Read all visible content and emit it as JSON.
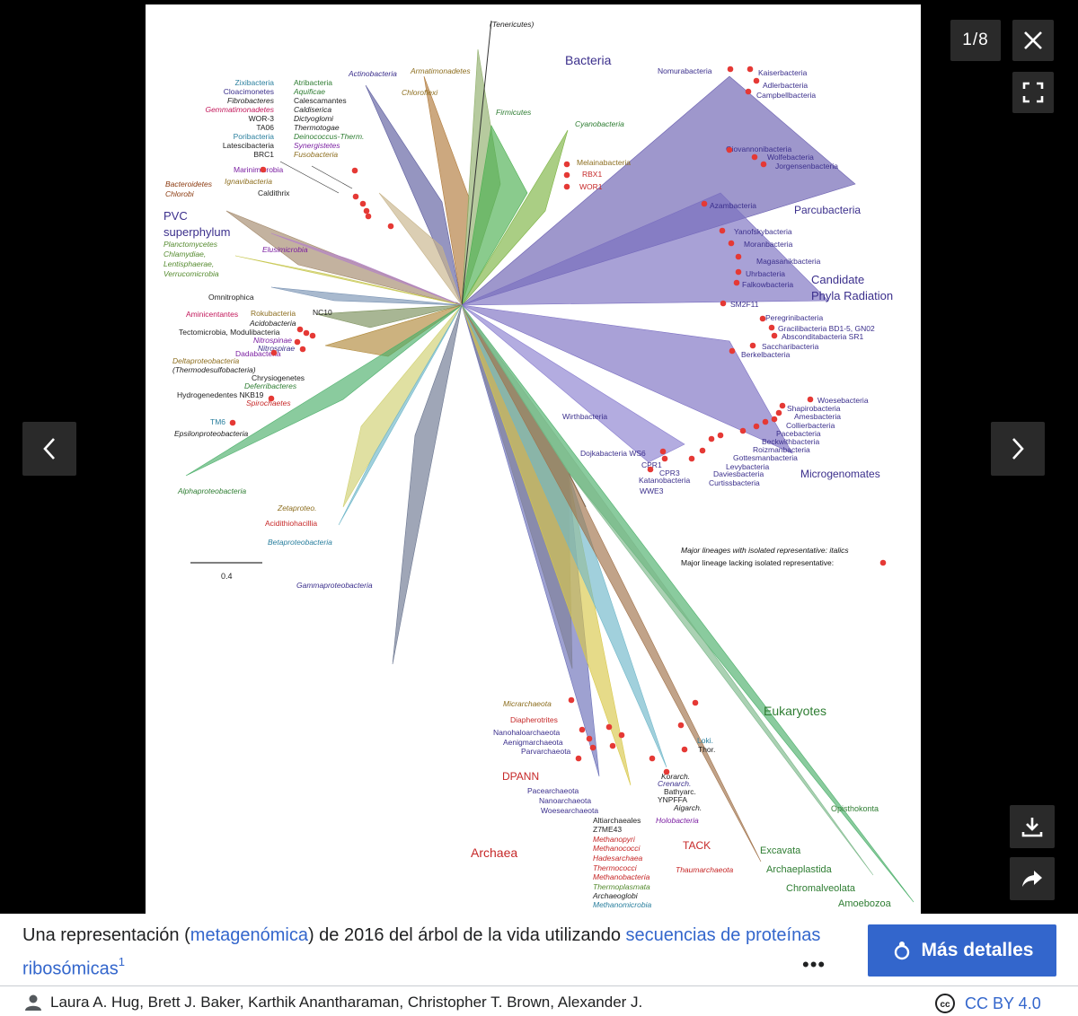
{
  "viewer": {
    "counter": "1/8",
    "image": {
      "domains": {
        "bacteria": "Bacteria",
        "archaea": "Archaea",
        "eukaryotes": "Eukaryotes"
      },
      "groups": {
        "cpr": [
          "Candidate",
          "Phyla Radiation"
        ],
        "pvc": [
          "PVC",
          "superphylum"
        ],
        "parcubacteria": "Parcubacteria",
        "microgenomates": "Microgenomates",
        "dpann": "DPANN",
        "tack": "TACK"
      },
      "labels_left": [
        {
          "t": "Zixibacteria",
          "c": "#2a7f9e"
        },
        {
          "t": "Cloacimonetes",
          "c": "#3b2f8c"
        },
        {
          "t": "Fibrobacteres",
          "c": "#222",
          "i": true
        },
        {
          "t": "Gemmatimonadetes",
          "c": "#c2185b",
          "i": true
        },
        {
          "t": "WOR-3",
          "c": "#222"
        },
        {
          "t": "TA06",
          "c": "#222"
        },
        {
          "t": "Poribacteria",
          "c": "#2a7f9e"
        },
        {
          "t": "Latescibacteria",
          "c": "#222"
        },
        {
          "t": "BRC1",
          "c": "#222"
        }
      ],
      "labels_left2": [
        {
          "t": "Atribacteria",
          "c": "#2e7d32"
        },
        {
          "t": "Aquificae",
          "c": "#2e7d32",
          "i": true
        },
        {
          "t": "Calescamantes",
          "c": "#222"
        },
        {
          "t": "Caldiserica",
          "c": "#222",
          "i": true
        },
        {
          "t": "Dictyoglomi",
          "c": "#222",
          "i": true
        },
        {
          "t": "Thermotogae",
          "c": "#222",
          "i": true
        },
        {
          "t": "Deinococcus-Therm.",
          "c": "#2e7d32",
          "i": true
        },
        {
          "t": "Synergistetes",
          "c": "#7b1fa2",
          "i": true
        },
        {
          "t": "Fusobacteria",
          "c": "#8d6e1f",
          "i": true
        }
      ],
      "labels_phyla_left": [
        {
          "t": "Marinimicrobia",
          "c": "#7b1fa2"
        },
        {
          "t": "Bacteroidetes",
          "c": "#8b3a0f",
          "i": true
        },
        {
          "t": "Chlorobi",
          "c": "#8b3a0f",
          "i": true
        },
        {
          "t": "Ignavibacteria",
          "c": "#8d6e1f",
          "i": true
        },
        {
          "t": "Caldithrix",
          "c": "#222"
        },
        {
          "t": "Planctomycetes",
          "c": "#558b2f",
          "i": true
        },
        {
          "t": "Chlamydiae,",
          "c": "#558b2f",
          "i": true
        },
        {
          "t": "Lentisphaerae,",
          "c": "#558b2f",
          "i": true
        },
        {
          "t": "Verrucomicrobia",
          "c": "#558b2f",
          "i": true
        },
        {
          "t": "Elusimicrobia",
          "c": "#7b1fa2",
          "i": true
        },
        {
          "t": "Omnitrophica",
          "c": "#222"
        },
        {
          "t": "Aminicentantes",
          "c": "#c2185b"
        },
        {
          "t": "Rokubacteria",
          "c": "#8d6e1f"
        },
        {
          "t": "NC10",
          "c": "#222"
        },
        {
          "t": "Acidobacteria",
          "c": "#222",
          "i": true
        },
        {
          "t": "Tectomicrobia, Modulibacteria",
          "c": "#222"
        },
        {
          "t": "Nitrospinae",
          "c": "#7b1fa2",
          "i": true
        },
        {
          "t": "Nitrospirae",
          "c": "#3b2f8c",
          "i": true
        },
        {
          "t": "Dadabacteria",
          "c": "#7b1fa2"
        },
        {
          "t": "Deltaproteobacteria",
          "c": "#8d6e1f",
          "i": true
        },
        {
          "t": "(Thermodesulfobacteria)",
          "c": "#222",
          "i": true
        },
        {
          "t": "Chrysiogenetes",
          "c": "#222"
        },
        {
          "t": "Deferribacteres",
          "c": "#2e7d32",
          "i": true
        },
        {
          "t": "Hydrogenedentes NKB19",
          "c": "#222"
        },
        {
          "t": "Spirochaetes",
          "c": "#c62828",
          "i": true
        },
        {
          "t": "TM6",
          "c": "#2a7f9e"
        },
        {
          "t": "Epsilonproteobacteria",
          "c": "#222",
          "i": true
        },
        {
          "t": "Alphaproteobacteria",
          "c": "#2e7d32",
          "i": true
        },
        {
          "t": "Zetaproteo.",
          "c": "#8d6e1f",
          "i": true
        },
        {
          "t": "Acidithiohacillia",
          "c": "#c62828"
        },
        {
          "t": "Betaproteobacteria",
          "c": "#2a7f9e",
          "i": true
        },
        {
          "t": "Gammaproteobacteria",
          "c": "#3b2f8c",
          "i": true
        }
      ],
      "labels_top": [
        {
          "t": "(Tenericutes)",
          "c": "#222",
          "i": true
        },
        {
          "t": "Actinobacteria",
          "c": "#3b2f8c",
          "i": true
        },
        {
          "t": "Armatimonadetes",
          "c": "#8d6e1f",
          "i": true
        },
        {
          "t": "Chloroflexi",
          "c": "#8d6e1f",
          "i": true
        },
        {
          "t": "Firmicutes",
          "c": "#2e7d32",
          "i": true
        },
        {
          "t": "Cyanobacteria",
          "c": "#2e7d32",
          "i": true
        },
        {
          "t": "Melainabacteria",
          "c": "#8d6e1f"
        },
        {
          "t": "RBX1",
          "c": "#c62828"
        },
        {
          "t": "WOR1",
          "c": "#c62828"
        }
      ],
      "labels_cpr": [
        "Nomurabacteria",
        "Kaiserbacteria",
        "Adlerbacteria",
        "Campbellbacteria",
        "Giovannonibacteria",
        "Wolfebacteria",
        "Jorgensenbacteria",
        "Azambacteria",
        "Yanofskybacteria",
        "Moranbacteria",
        "Magasanikbacteria",
        "Uhrbacteria",
        "Falkowbacteria",
        "SM2F11",
        "Peregrinibacteria",
        "Gracilibacteria BD1-5, GN02",
        "Absconditabacteria SR1",
        "Saccharibacteria",
        "Berkelbacteria",
        "Woesebacteria",
        "Shapirobacteria",
        "Amesbacteria",
        "Collierbacteria",
        "Pacebacteria",
        "Beckwithbacteria",
        "Roizmanbacteria",
        "Gottesmanbacteria",
        "Levybacteria",
        "Daviesbacteria",
        "Curtissbacteria",
        "Dojkabacteria WS6",
        "CPR1",
        "CPR3",
        "Katanobacteria",
        "WWE3",
        "Wirthbacteria"
      ],
      "labels_archaea": [
        {
          "t": "Micrarchaeota",
          "c": "#8d6e1f",
          "i": true
        },
        {
          "t": "Diapherotrites",
          "c": "#c62828"
        },
        {
          "t": "Nanohaloarchaeota",
          "c": "#3b2f8c"
        },
        {
          "t": "Aenigmarchaeota",
          "c": "#3b2f8c"
        },
        {
          "t": "Parvarchaeota",
          "c": "#3b2f8c"
        },
        {
          "t": "Pacearchaeota",
          "c": "#3b2f8c"
        },
        {
          "t": "Nanoarchaeota",
          "c": "#3b2f8c"
        },
        {
          "t": "Woesearchaeota",
          "c": "#3b2f8c"
        },
        {
          "t": "Altiarchaeales",
          "c": "#222"
        },
        {
          "t": "Z7ME43",
          "c": "#222"
        },
        {
          "t": "Methanopyri",
          "c": "#c62828",
          "i": true
        },
        {
          "t": "Methanococci",
          "c": "#c62828",
          "i": true
        },
        {
          "t": "Hadesarchaea",
          "c": "#c62828",
          "i": true
        },
        {
          "t": "Thermococci",
          "c": "#c62828",
          "i": true
        },
        {
          "t": "Methanobacteria",
          "c": "#c62828",
          "i": true
        },
        {
          "t": "Thermoplasmata",
          "c": "#558b2f",
          "i": true
        },
        {
          "t": "Archaeoglobi",
          "c": "#222",
          "i": true
        },
        {
          "t": "Methanomicrobia",
          "c": "#2a7f9e",
          "i": true
        },
        {
          "t": "Korarch.",
          "c": "#222",
          "i": true
        },
        {
          "t": "Crenarch.",
          "c": "#3b2f8c",
          "i": true
        },
        {
          "t": "Bathyarc.",
          "c": "#222"
        },
        {
          "t": "YNPFFA",
          "c": "#222"
        },
        {
          "t": "Aigarch.",
          "c": "#222",
          "i": true
        },
        {
          "t": "Holobacteria",
          "c": "#7b1fa2",
          "i": true
        },
        {
          "t": "Loki.",
          "c": "#2a7f9e"
        },
        {
          "t": "Thor.",
          "c": "#222"
        },
        {
          "t": "Thaumarchaeota",
          "c": "#c62828",
          "i": true
        }
      ],
      "labels_euk": [
        "Opisthokonta",
        "Excavata",
        "Archaeplastida",
        "Chromalveolata",
        "Amoebozoa"
      ],
      "legend": {
        "line1": "Major lineages with isolated representative: italics",
        "line2": "Major lineage lacking isolated representative:"
      },
      "scale": "0.4"
    }
  },
  "caption": {
    "part1": "Una representación (",
    "link1": "metagenómica",
    "part2": ") de 2016 del árbol de la vida utilizando ",
    "link2": "secuencias de proteínas ribosómicas",
    "sup": "1",
    "more_button": "Más detalles",
    "dots": "•••",
    "author": "Laura A. Hug, Brett J. Baker, Karthik Anantharaman, Christopher T. Brown, Alexander J.",
    "license": "CC BY 4.0"
  }
}
